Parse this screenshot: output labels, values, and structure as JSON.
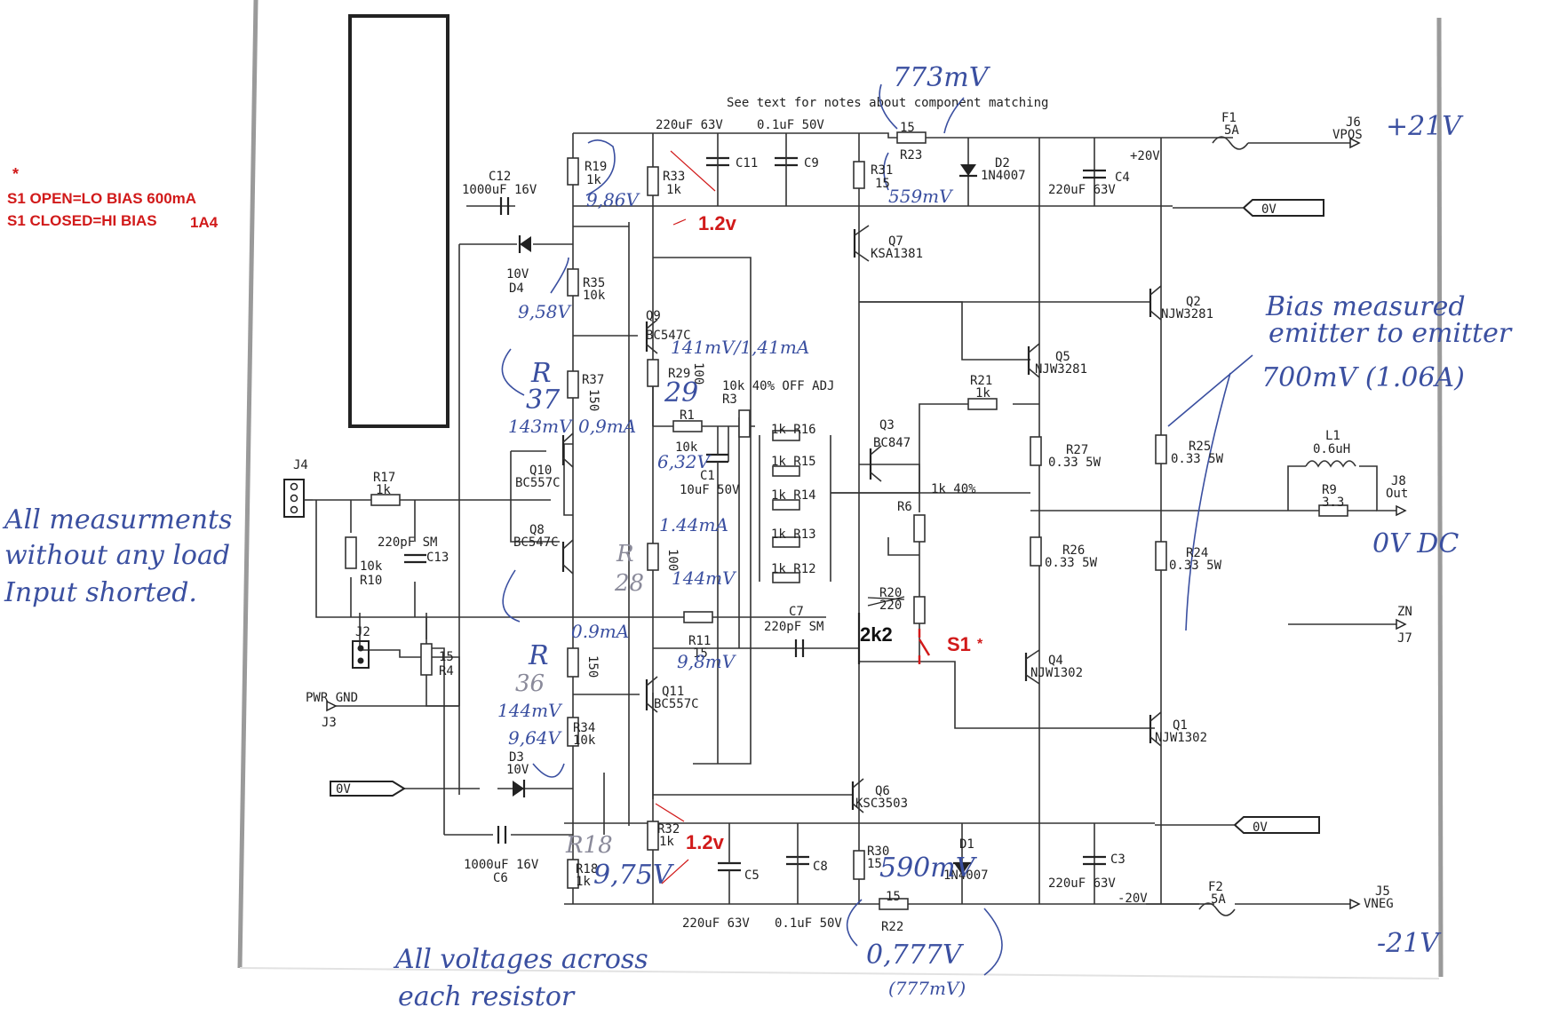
{
  "note_red": {
    "star": "*",
    "line1": "S1 OPEN=LO BIAS 600mA",
    "line2": "S1 CLOSED=HI BIAS",
    "line2_value": "1A4"
  },
  "header_note": "See text for notes about component matching",
  "components": {
    "c10": "220uF 63V",
    "c11_val": "0.1uF 50V",
    "c11": "C11",
    "c9": "C9",
    "c12": "C12",
    "c12_val": "1000uF 16V",
    "r19": "R19",
    "r19_val": "1k",
    "r33": "R33",
    "r33_val": "1k",
    "r31": "R31",
    "r31_val": "15",
    "r23": "R23",
    "r23_val": "15",
    "d2": "D2",
    "d2_val": "1N4007",
    "c4": "C4",
    "c4_val": "220uF 63V",
    "plus20": "+20V",
    "f1": "F1",
    "f1_val": "5A",
    "j6": "J6",
    "j6_val": "VPOS",
    "zero_v": "0V",
    "q7": "Q7",
    "q7_val": "KSA1381",
    "d4": "D4",
    "d4_val": "10V",
    "r35": "R35",
    "r35_val": "10k",
    "q9": "Q9",
    "q9_val": "BC547C",
    "q2": "Q2",
    "q2_val": "NJW3281",
    "q5": "Q5",
    "q5_val": "NJW3281",
    "r37": "R37",
    "r37_val": "150",
    "r29_val": "100",
    "r29": "R29",
    "r3": "R3",
    "r3_val": "10k 40% OFF ADJ",
    "r21": "R21",
    "r21_val": "1k",
    "r1": "R1",
    "r1_val": "10k",
    "c1": "C1",
    "c1_val": "10uF 50V",
    "r16": "1k R16",
    "r15": "1k R15",
    "r14": "1k R14",
    "r13": "1k R13",
    "r12": "1k R12",
    "q3": "Q3",
    "q3_val": "BC847",
    "r27": "R27",
    "r27_val": "0.33 5W",
    "r25": "R25",
    "r25_val": "0.33 5W",
    "l1": "L1",
    "l1_val": "0.6uH",
    "r9": "R9",
    "r9_val": "3.3",
    "j8": "J8",
    "j8_val": "Out",
    "j4": "J4",
    "r17": "R17",
    "r17_val": "1k",
    "q10": "Q10",
    "q10_val": "BC557C",
    "q8": "Q8",
    "q8_val": "BC547C",
    "r10": "R10",
    "r10_val": "10k",
    "c13": "C13",
    "c13_val": "220pF SM",
    "r28_val": "100",
    "r6": "R6",
    "r_40": "1k 40%",
    "r26": "R26",
    "r26_val": "0.33 5W",
    "r24": "R24",
    "r24_val": "0.33 5W",
    "r20": "R20",
    "r20_val": "220",
    "c7": "C7",
    "c7_val": "220pF SM",
    "r11": "R11",
    "r11_val": "15",
    "j2": "J2",
    "r4": "R4",
    "r4_val": "15",
    "zn": "ZN",
    "j7": "J7",
    "q4": "Q4",
    "q4_val": "NJW1302",
    "r36_val": "150",
    "pwr_gnd": "PWR GND",
    "j3": "J3",
    "q11": "Q11",
    "q11_val": "BC557C",
    "r34": "R34",
    "r34_val": "10k",
    "q1": "Q1",
    "q1_val": "NJW1302",
    "d3": "D3",
    "d3_val": "10V",
    "q6": "Q6",
    "q6_val": "KSC3503",
    "r32": "R32",
    "r32_val": "1k",
    "c6": "C6",
    "c6_val": "1000uF 16V",
    "r18": "R18",
    "r18_val": "1k",
    "c5": "C5",
    "c8": "C8",
    "r30": "R30",
    "r30_val": "15",
    "d1": "D1",
    "d1_val": "1N4007",
    "c3": "C3",
    "c3_val": "220uF 63V",
    "minus20": "-20V",
    "f2": "F2",
    "f2_val": "5A",
    "j5": "J5",
    "j5_val": "VNEG",
    "c5_val": "220uF 63V",
    "c8_val": "0.1uF 50V",
    "r22": "R22",
    "r22_val": "15"
  },
  "handwritten": {
    "v_r23": "773mV",
    "v_pos": "+21V",
    "v_r19": "9,86V",
    "v_r31": "559mV",
    "v_d4": "9,58V",
    "v_q9": "141mV/1,41mA",
    "r37_label": "R",
    "r37_num": "37",
    "r29_num": "29",
    "v_r37": "143mV",
    "i_r37": "0,9mA",
    "v_r1": "6,32V",
    "i_r28": "1.44mA",
    "r28_label": "R",
    "r28_num": "28",
    "v_r28": "144mV",
    "bias_1": "Bias measured",
    "bias_2": "emitter to emitter",
    "bias_3": "700mV (1.06A)",
    "out_dc": "0V DC",
    "meas_1": "All measurments",
    "meas_2": "without any load",
    "meas_3": "Input shorted.",
    "i_r36": "0.9mA",
    "r36_label": "R",
    "r36_num": "36",
    "v_r36": "144mV",
    "v_r11": "9,8mV",
    "v_r34": "9,64V",
    "v_r18": "9,75V",
    "r18_hand": "R18",
    "v_r30": "590mV",
    "v_neg": "-21V",
    "v_r22a": "0,777V",
    "v_r22b": "(777mV)",
    "all_1": "All voltages across",
    "all_2": "each resistor"
  },
  "annotations": {
    "v_top": "1.2v",
    "v_bot": "1.2v",
    "r2k2": "2k2",
    "s1": "S1",
    "s1_star": "*"
  }
}
